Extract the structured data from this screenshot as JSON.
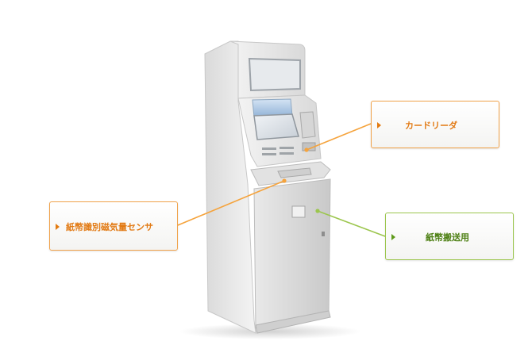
{
  "callouts": {
    "card_reader": {
      "label": "カードリーダ",
      "color": "#e27a14"
    },
    "magnetic_sensor": {
      "label": "紙幣識別磁気量センサ",
      "color": "#e27a14"
    },
    "banknote_transport": {
      "label": "紙幣搬送用",
      "color": "#4c7f12"
    }
  },
  "colors": {
    "orange_line": "#f5a33c",
    "green_line": "#9cc64e",
    "machine_body": "#e6e6e6"
  }
}
